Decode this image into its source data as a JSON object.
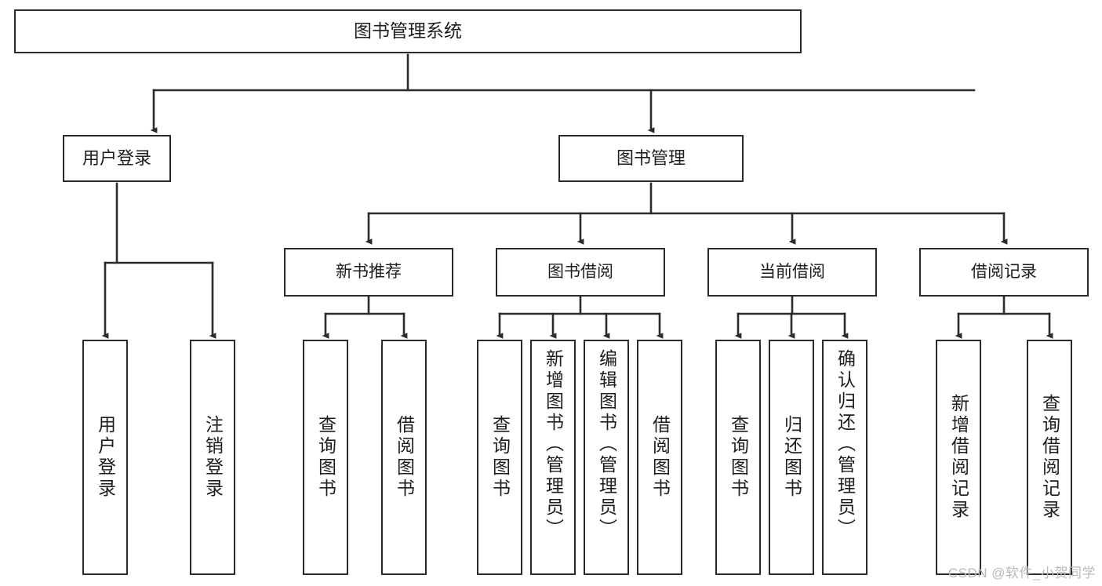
{
  "diagram": {
    "title": "图书管理系统",
    "type": "hierarchy-tree",
    "watermark": "CSDN @软件_小贺同学",
    "colors": {
      "stroke": "#2b2b2b",
      "fill": "#ffffff",
      "text": "#1d1d1d",
      "watermark": "#b9b9b9"
    },
    "root": {
      "label": "图书管理系统"
    },
    "level1": [
      {
        "label": "用户登录"
      },
      {
        "label": "图书管理"
      }
    ],
    "level2": [
      {
        "label": "新书推荐"
      },
      {
        "label": "图书借阅"
      },
      {
        "label": "当前借阅"
      },
      {
        "label": "借阅记录"
      }
    ],
    "leaves": {
      "user_login": [
        {
          "label": "用户登录"
        },
        {
          "label": "注销登录"
        }
      ],
      "new_book_recommend": [
        {
          "label": "查询图书"
        },
        {
          "label": "借阅图书"
        }
      ],
      "book_borrow": [
        {
          "label": "查询图书"
        },
        {
          "label": "新增图书（管理员）"
        },
        {
          "label": "编辑图书（管理员）"
        },
        {
          "label": "借阅图书"
        }
      ],
      "current_borrow": [
        {
          "label": "查询图书"
        },
        {
          "label": "归还图书"
        },
        {
          "label": "确认归还（管理员）"
        }
      ],
      "borrow_record": [
        {
          "label": "新增借阅记录"
        },
        {
          "label": "查询借阅记录"
        }
      ]
    }
  }
}
